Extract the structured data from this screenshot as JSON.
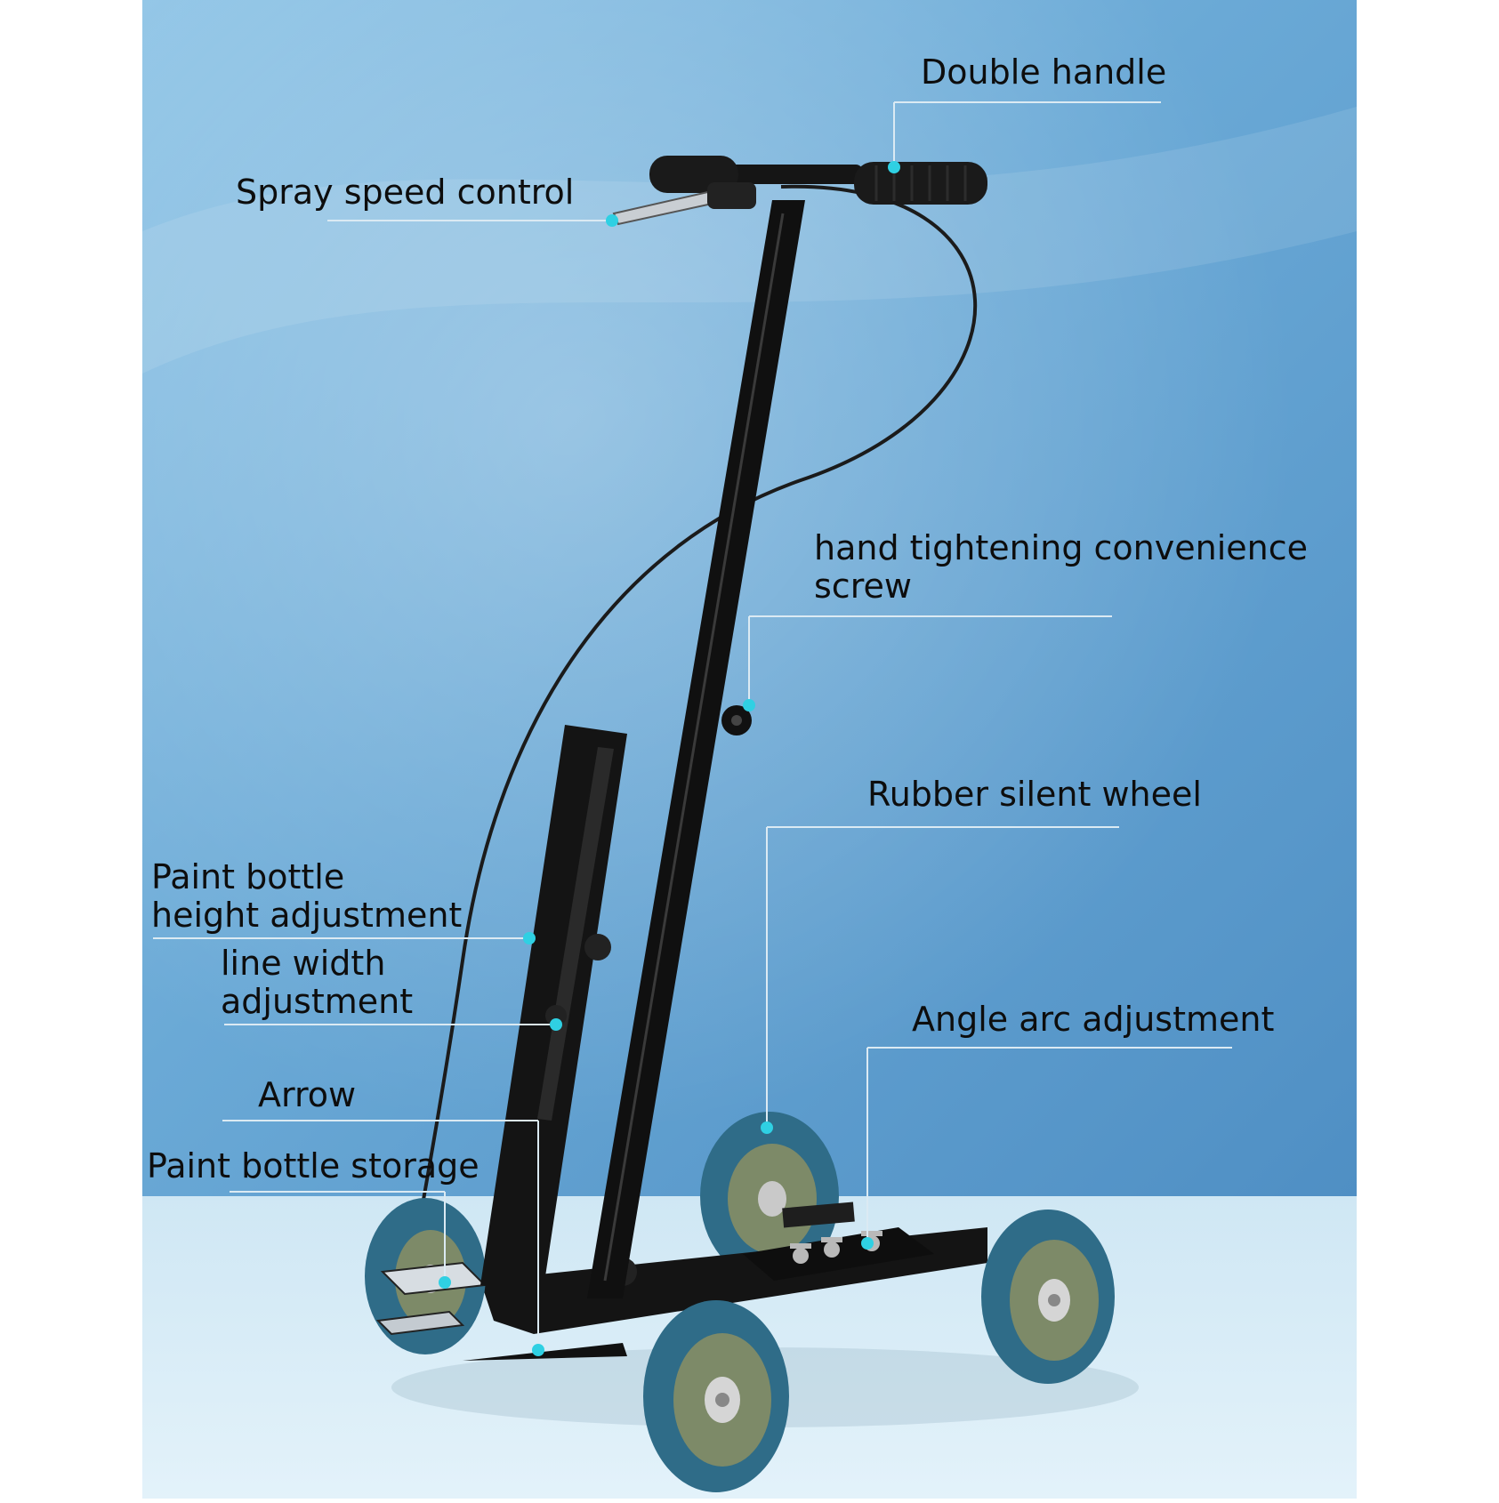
{
  "colors": {
    "background_top": "#8ec4e6",
    "background_mid": "#5c9ccd",
    "floor": "#d8ecf6",
    "frame": "#101010",
    "wheel_tire": "#2f6c88",
    "wheel_hub": "#7d8a68",
    "marker_dot": "#2fd0e3",
    "leader_line": "#dbeaf3",
    "label_text": "#0d0d0d"
  },
  "icons": {
    "marker": "cyan-dot-icon",
    "wheel": "rubber-wheel-icon",
    "handle": "grip-handle-icon"
  },
  "callouts": [
    {
      "key": "double_handle",
      "lines": [
        "Double handle"
      ]
    },
    {
      "key": "spray_speed",
      "lines": [
        "Spray speed control"
      ]
    },
    {
      "key": "hand_screw",
      "lines": [
        "hand tightening convenience",
        "screw"
      ]
    },
    {
      "key": "rubber_wheel",
      "lines": [
        "Rubber silent wheel"
      ]
    },
    {
      "key": "bottle_height",
      "lines": [
        "Paint bottle",
        "height adjustment"
      ]
    },
    {
      "key": "line_width",
      "lines": [
        "line width",
        "adjustment"
      ]
    },
    {
      "key": "angle_arc",
      "lines": [
        "Angle arc adjustment"
      ]
    },
    {
      "key": "arrow",
      "lines": [
        "Arrow"
      ]
    },
    {
      "key": "bottle_storage",
      "lines": [
        "Paint bottle storage"
      ]
    }
  ]
}
